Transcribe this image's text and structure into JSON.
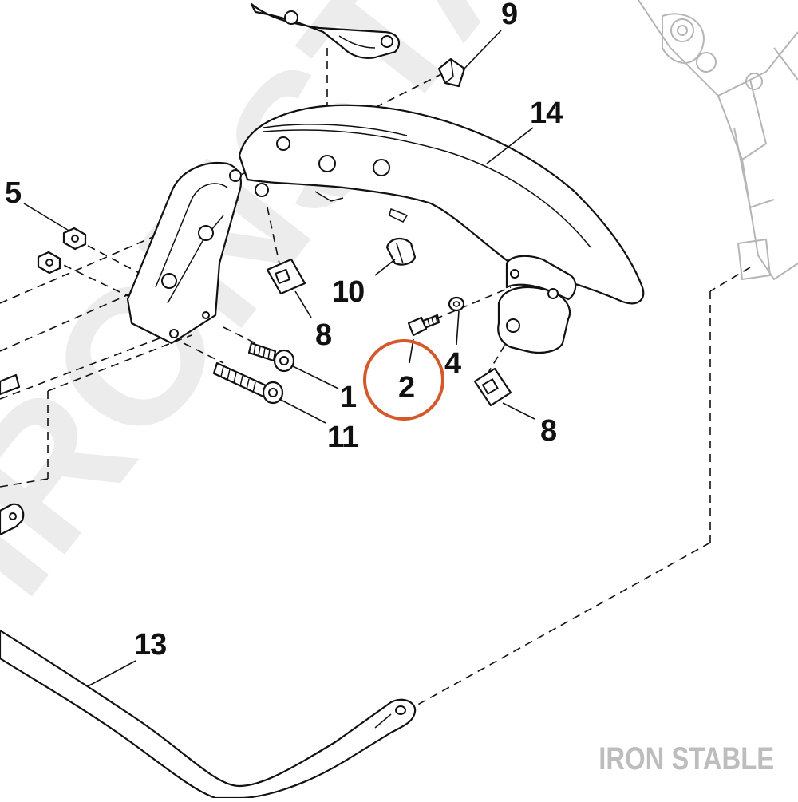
{
  "watermark": {
    "text": "IRONSTAB"
  },
  "brand": {
    "text": "IRON STABLE"
  },
  "highlight": {
    "target": "2",
    "color": "#d4582a"
  },
  "callouts": {
    "c1": "1",
    "c2": "2",
    "c4": "4",
    "c5": "5",
    "c8a": "8",
    "c8b": "8",
    "c9": "9",
    "c10": "10",
    "c11": "11",
    "c13": "13",
    "c14": "14"
  }
}
